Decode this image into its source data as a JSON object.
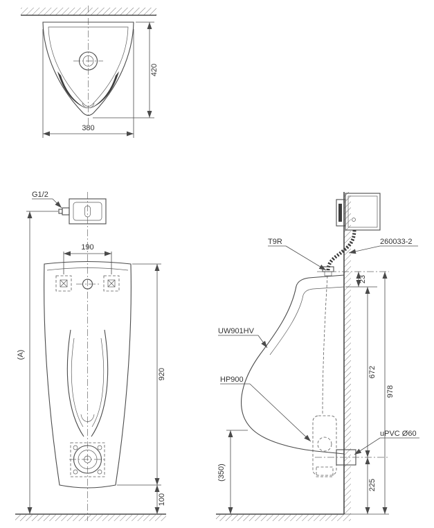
{
  "top_view": {
    "dim_depth": "420",
    "dim_width": "380"
  },
  "front_view": {
    "inlet_label": "G1/2",
    "dim_fixing_spread": "190",
    "dim_total_height": "(A)",
    "dim_body_height": "920",
    "dim_bottom_clearance": "100"
  },
  "side_view": {
    "flush_valve_label": "T9R",
    "hose_label": "260033-2",
    "urinal_model_label": "UW901HV",
    "trap_label": "HP900",
    "outlet_pipe_label": "uPVC Ø60",
    "dim_spud_offset": "23",
    "dim_spud_to_outlet": "672",
    "dim_spud_height": "978",
    "dim_outlet_height": "225",
    "dim_rim_to_floor": "(350)"
  },
  "colors": {
    "line": "#4a4a4a",
    "text": "#333333",
    "background": "#ffffff"
  }
}
